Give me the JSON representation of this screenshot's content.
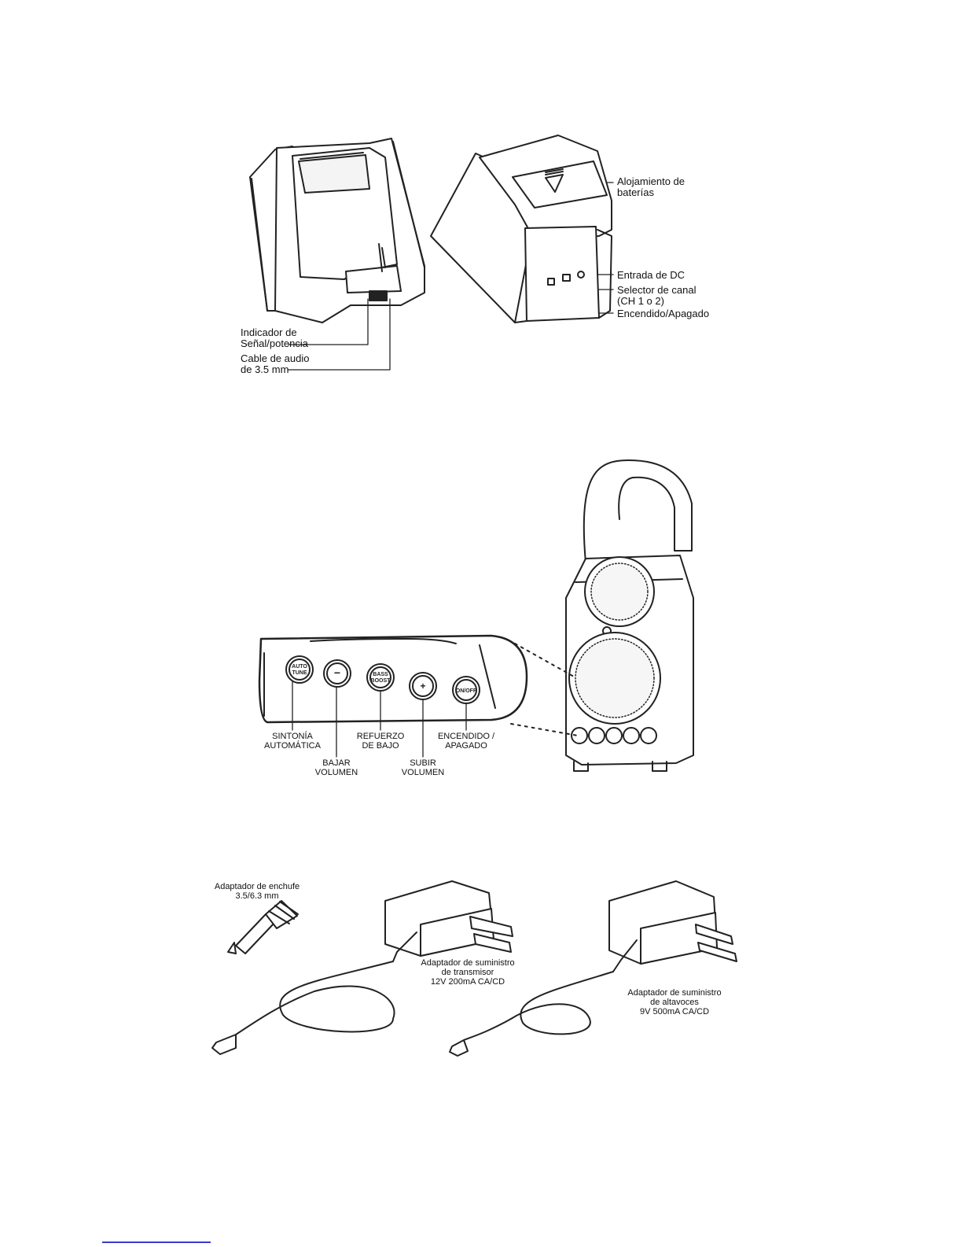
{
  "figure1": {
    "labels": {
      "battery": [
        "Alojamiento de",
        "baterías"
      ],
      "dc_input": "Entrada de DC",
      "channel": [
        "Selector de canal",
        "(CH 1 o 2)"
      ],
      "power": "Encendido/Apagado",
      "signal": [
        "Indicador de",
        "Señal/potencia"
      ],
      "audio_cable": [
        "Cable de audio",
        "de 3.5 mm"
      ]
    }
  },
  "figure2": {
    "buttons": [
      "AUTO TUNE",
      "−",
      "BASS BOOST",
      "+",
      "ON/OFF"
    ],
    "labels": {
      "auto_tune": [
        "SINTONÍA",
        "AUTOMÁTICA"
      ],
      "vol_down": [
        "BAJAR",
        "VOLUMEN"
      ],
      "bass": [
        "REFUERZO",
        "DE BAJO"
      ],
      "vol_up": [
        "SUBIR",
        "VOLUMEN"
      ],
      "power": [
        "ENCENDIDO /",
        "APAGADO"
      ]
    }
  },
  "figure3": {
    "labels": {
      "plug_adapter": [
        "Adaptador de enchufe",
        "3.5/6.3 mm"
      ],
      "transmitter_adapter": [
        "Adaptador de suministro",
        "de transmisor",
        "12V 200mA CA/CD"
      ],
      "speaker_adapter": [
        "Adaptador de suministro",
        "de altavoces",
        "9V 500mA CA/CD"
      ]
    }
  }
}
